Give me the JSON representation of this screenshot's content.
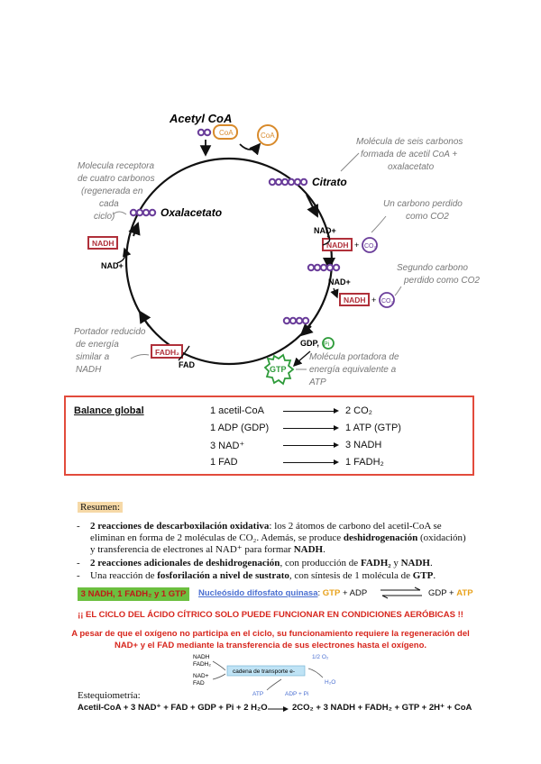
{
  "diagram": {
    "acetyl_coa": "Acetyl CoA",
    "coa": "CoA",
    "citrato": "Citrato",
    "oxalacetato": "Oxalacetato",
    "nadh": "NADH",
    "nad_plus": "NAD+",
    "co2": "CO2",
    "gdp_pi": "GDP,",
    "pi": "Pi",
    "gtp": "GTP",
    "fadh2": "FADH2",
    "fad": "FAD",
    "note_receptor": [
      "Molecula receptora",
      "de cuatro carbonos",
      "(regenerada en",
      "cada",
      "ciclo)"
    ],
    "note_six_carbons": [
      "Molécula de seis carbonos",
      "formada de acetil CoA +",
      "oxalacetato"
    ],
    "note_first_carbon": [
      "Un carbono perdido",
      "como CO2"
    ],
    "note_second_carbon": [
      "Segundo carbono",
      "perdido como CO2"
    ],
    "note_reduced_carrier": [
      "Portador reducido",
      "de energía",
      "similar a",
      "NADH"
    ],
    "note_energy_carrier": [
      "Molécula portadora de",
      "energía equivalente a",
      "ATP"
    ]
  },
  "balance": {
    "label": "Balance global",
    "colon": ":",
    "rows": [
      {
        "left": "1 acetil-CoA",
        "right": "2 CO₂"
      },
      {
        "left": "1 ADP (GDP)",
        "right": "1 ATP (GTP)"
      },
      {
        "left": "3 NAD⁺",
        "right": "3 NADH"
      },
      {
        "left": "1 FAD",
        "right": "1 FADH₂"
      }
    ]
  },
  "resumen": {
    "title": "Resumen:",
    "b1_bold": "2 reacciones de descarboxilación oxidativa",
    "b1_text": ": los 2 átomos de carbono del acetil-CoA se eliminan en forma de 2 moléculas de CO₂. Además, se produce ",
    "b1_bold2": "deshidrogenación",
    "b1_text2": " (oxidación) y transferencia de electrones al NAD⁺ para formar ",
    "b1_bold3": "NADH",
    "b1_end": ".",
    "b2_bold": "2 reacciones adicionales de deshidrogenación",
    "b2_text": ", con producción de ",
    "b2_bold2": "FADH₂",
    "b2_text2": " y ",
    "b2_bold3": "NADH",
    "b2_end": ".",
    "b3_text": "Una reacción de ",
    "b3_bold": "fosforilación a nivel de sustrato",
    "b3_text2": ", con síntesis de 1 molécula de ",
    "b3_bold2": "GTP",
    "b3_end": "."
  },
  "summary_bar": {
    "badge": "3 NADH, 1 FADH₂ y 1 GTP",
    "enzyme": "Nucleósido difosfato quinasa",
    "colon": ":",
    "gtp": "GTP",
    "adp": "+ ADP",
    "gdp": "GDP +",
    "atp": "ATP"
  },
  "warnings": {
    "aerobic": "¡¡ EL CICLO DEL ÁCIDO CÍTRICO SOLO PUEDE FUNCIONAR EN CONDICIONES AERÓBICAS !!",
    "oxygen": "A pesar de que el oxígeno no participa en el ciclo, su funcionamiento requiere la regeneración del NAD+ y el FAD mediante la transferencia de sus electrones hasta el oxígeno."
  },
  "transport": {
    "nadh": "NADH",
    "fadh2": "FADH₂",
    "nad": "NAD+",
    "fad": "FAD",
    "chain": "cadena de transporte e-",
    "o2": "1/2 O₂",
    "h2o": "H₂O",
    "atp": "ATP",
    "adp": "ADP + Pi"
  },
  "stoich": {
    "label": "Estequiometría:",
    "left": "Acetil-CoA + 3 NAD⁺ + FAD + GDP + Pi + 2 H₂O",
    "right": "2CO₂ + 3 NADH + FADH₂ + GTP + 2H⁺ + CoA"
  },
  "colors": {
    "circle": "#111111",
    "beads": "#6a3d9a",
    "coa": "#d88a2b",
    "nadh_box": "#b0303a",
    "gtp": "#2e9b3a",
    "warning": "#d7261d",
    "badge": "#6cbf3f",
    "enzyme": "#4a6fd1",
    "gtp_text": "#e8a21c",
    "border": "#e24b3c"
  }
}
